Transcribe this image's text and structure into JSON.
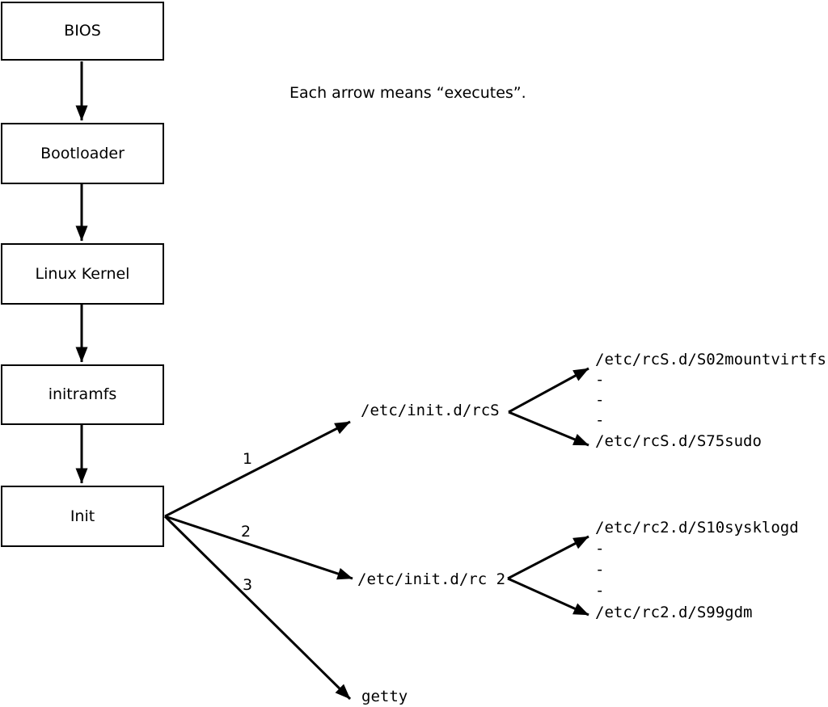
{
  "diagram": {
    "note": "Each arrow means “executes”.",
    "chain": [
      "BIOS",
      "Bootloader",
      "Linux Kernel",
      "initramfs",
      "Init"
    ],
    "branches": [
      {
        "number": "1",
        "label": "/etc/init.d/rcS",
        "children": [
          "/etc/rcS.d/S02mountvirtfs",
          "-",
          "-",
          "-",
          "/etc/rcS.d/S75sudo"
        ]
      },
      {
        "number": "2",
        "label": "/etc/init.d/rc 2",
        "children": [
          "/etc/rc2.d/S10sysklogd",
          "-",
          "-",
          "-",
          "/etc/rc2.d/S99gdm"
        ]
      },
      {
        "number": "3",
        "label": "getty",
        "children": []
      }
    ],
    "colors": {
      "line": "#000000",
      "background": "#ffffff"
    }
  }
}
